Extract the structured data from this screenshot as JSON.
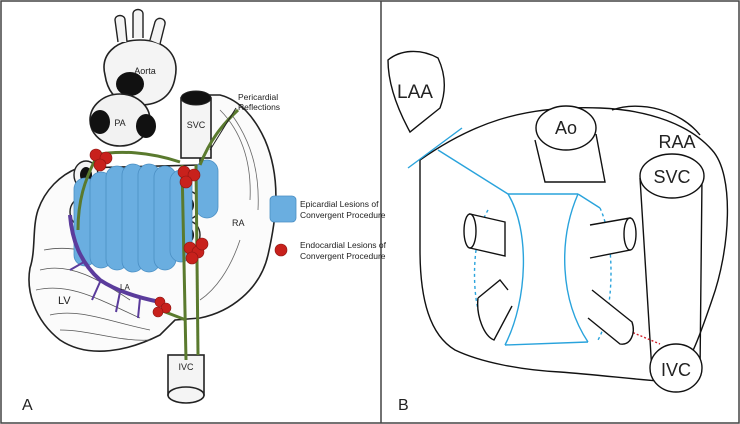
{
  "panel_a": {
    "letter": "A",
    "labels": {
      "aorta": "Aorta",
      "pa": "PA",
      "svc": "SVC",
      "pericardial_line1": "Pericardial",
      "pericardial_line2": "Reflections",
      "ra": "RA",
      "la": "LA",
      "lv": "LV",
      "ivc": "IVC"
    },
    "legend": {
      "epicardial_line1": "Epicardial Lesions of",
      "epicardial_line2": "Convergent Procedure",
      "endocardial_line1": "Endocardial Lesions of",
      "endocardial_line2": "Convergent Procedure"
    },
    "colors": {
      "epicardial": "#6aaee0",
      "endocardial": "#c8211c",
      "reflection": "#5a7a2e",
      "vessel_purple": "#5b3c9c"
    }
  },
  "panel_b": {
    "letter": "B",
    "labels": {
      "laa": "LAA",
      "ao": "Ao",
      "raa": "RAA",
      "svc": "SVC",
      "ivc": "IVC"
    },
    "colors": {
      "lesion_blue": "#29a3dc",
      "ivc_dash": "#d0202a"
    }
  }
}
